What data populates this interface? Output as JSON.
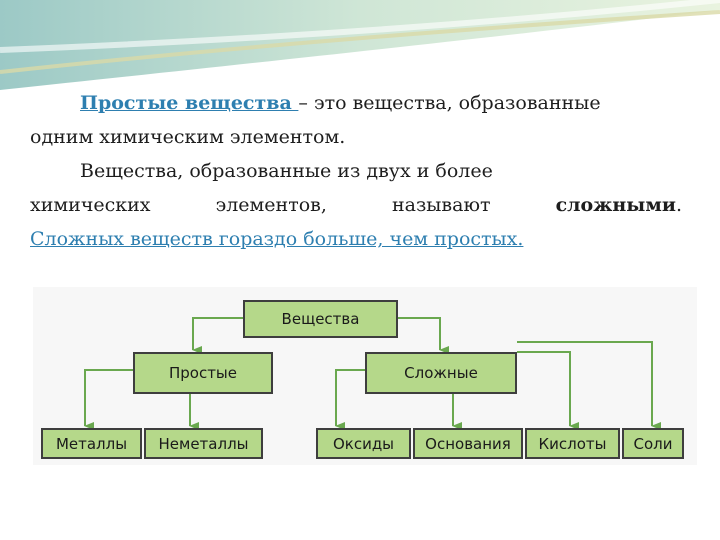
{
  "text": {
    "p1_term": "Простые вещества ",
    "p1_rest": "– это вещества, образованные",
    "p1_line2": "одним химическим элементом.",
    "p2_line1": "Вещества, образованные из двух и более",
    "p2_w1": "химических",
    "p2_w2": "элементов,",
    "p2_w3": "называют",
    "p2_bold": "сложными",
    "p2_dot": ".",
    "p3_link": "Сложных веществ гораздо больше, чем простых."
  },
  "diagram": {
    "root": "Вещества",
    "simple": "Простые",
    "complex": "Сложные",
    "simple_children": [
      "Металлы",
      "Неметаллы"
    ],
    "complex_children": [
      "Оксиды",
      "Основания",
      "Кислоты",
      "Соли"
    ]
  },
  "colors": {
    "box_fill": "#b5d88a",
    "arrow": "#6aa84f",
    "link_text": "#2e7fb0"
  }
}
